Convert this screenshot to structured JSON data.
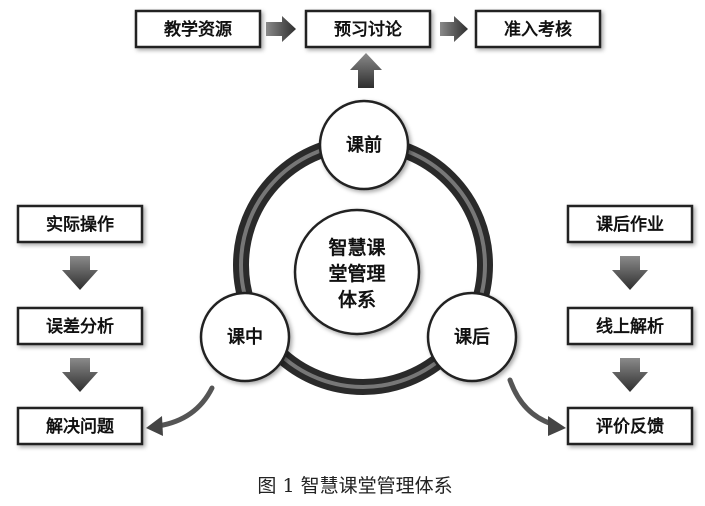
{
  "diagram": {
    "top_flow": [
      "教学资源",
      "预习讨论",
      "准入考核"
    ],
    "left_flow": [
      "实际操作",
      "误差分析",
      "解决问题"
    ],
    "right_flow": [
      "课后作业",
      "线上解析",
      "评价反馈"
    ],
    "stages": {
      "before": "课前",
      "during": "课中",
      "after": "课后"
    },
    "center_lines": [
      "智慧课",
      "堂管理",
      "体系"
    ]
  },
  "caption": "图 1 智慧课堂管理体系",
  "colors": {
    "box_border": "#222222",
    "box_fill": "#ffffff",
    "ring": "#2a2a2a",
    "arrow": "#555555",
    "text": "#111111"
  }
}
